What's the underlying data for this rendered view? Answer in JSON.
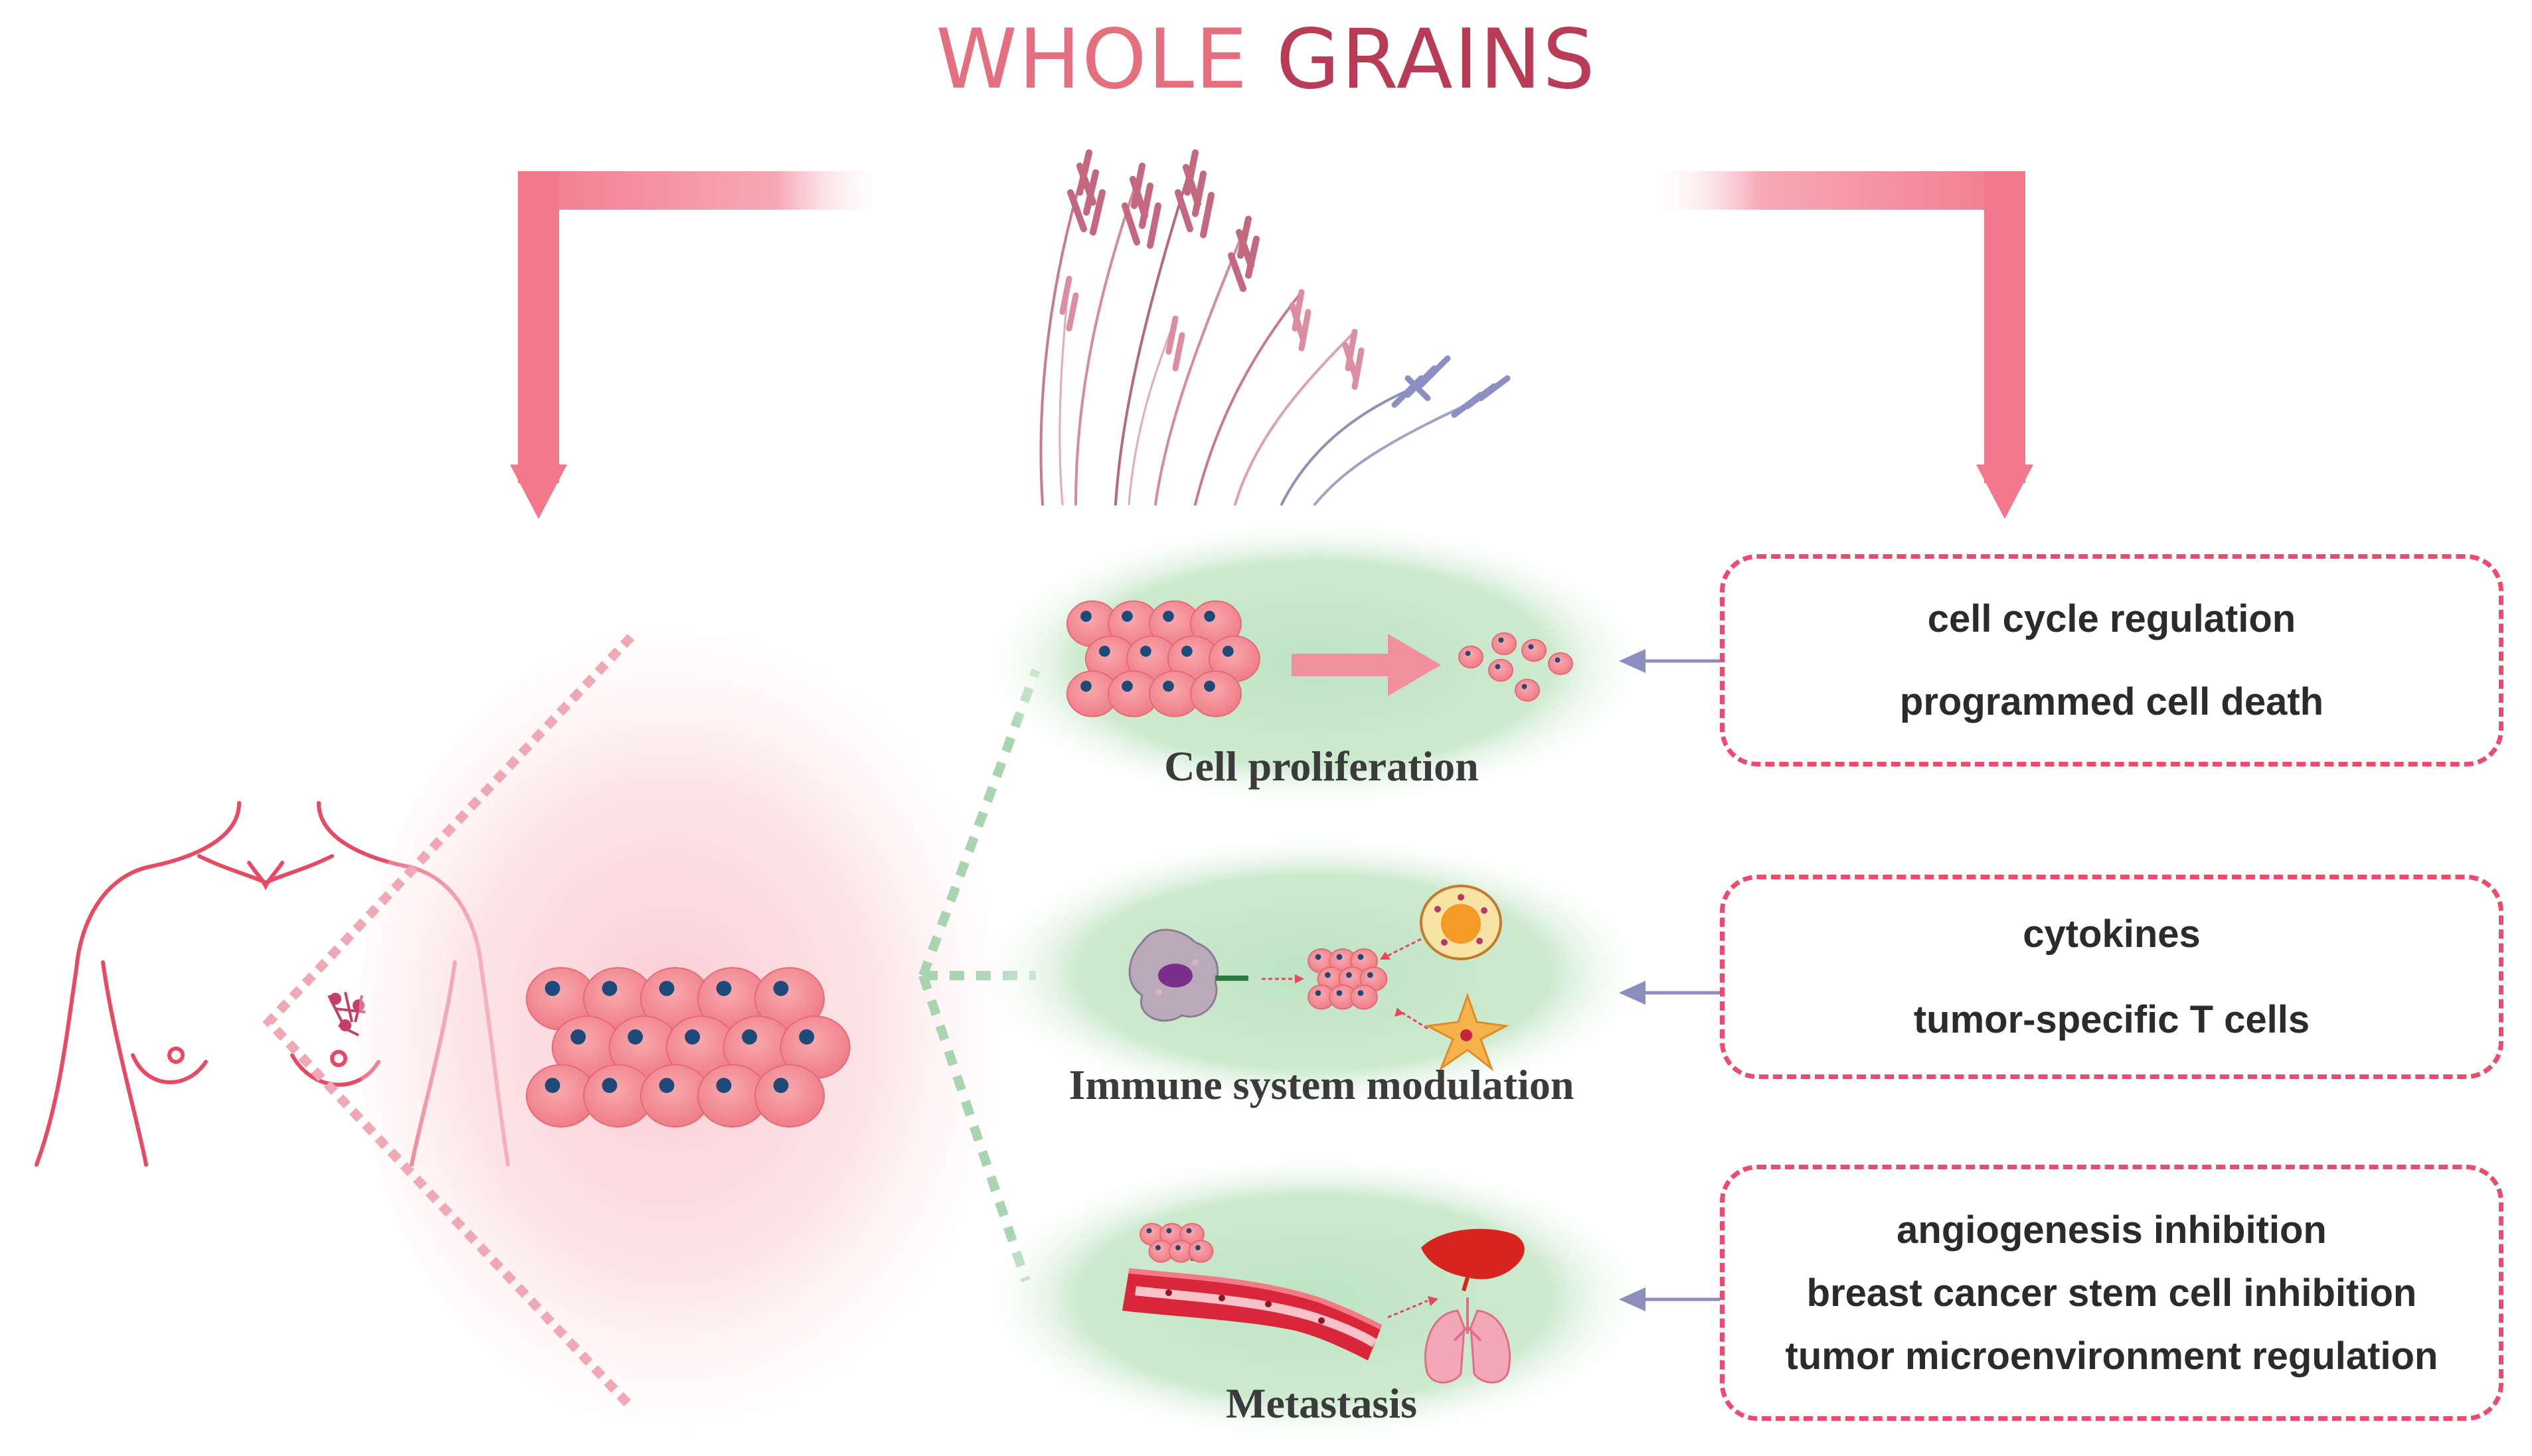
{
  "title": {
    "part1": "WHOLE ",
    "part2": "GRAINS"
  },
  "mechanisms": [
    {
      "label": "Cell proliferation"
    },
    {
      "label": "Immune system modulation"
    },
    {
      "label": "Metastasis"
    }
  ],
  "effect_boxes": [
    {
      "items": [
        "cell cycle regulation",
        "programmed cell death"
      ]
    },
    {
      "items": [
        "cytokines",
        "tumor-specific T cells"
      ]
    },
    {
      "items": [
        "angiogenesis inhibition",
        "breast cancer stem cell inhibition",
        "tumor microenvironment regulation"
      ]
    }
  ],
  "colors": {
    "title": "#e66f7f",
    "title_accent": "#b93b55",
    "arrow": "#f2798c",
    "box_border": "#ee4a6c",
    "mechanism_bg": "#bfe3c5",
    "cell": "#f3868f",
    "nucleus": "#1e4a7a",
    "body_outline": "#e84a64",
    "pointer_arrow": "#8a8fbf"
  },
  "icons": [
    "wheat-icon",
    "torso-outline-icon",
    "tumor-cells-icon",
    "macrophage-icon",
    "lymphocyte-icon",
    "dendritic-cell-icon",
    "blood-vessel-icon",
    "liver-icon",
    "lungs-icon"
  ]
}
